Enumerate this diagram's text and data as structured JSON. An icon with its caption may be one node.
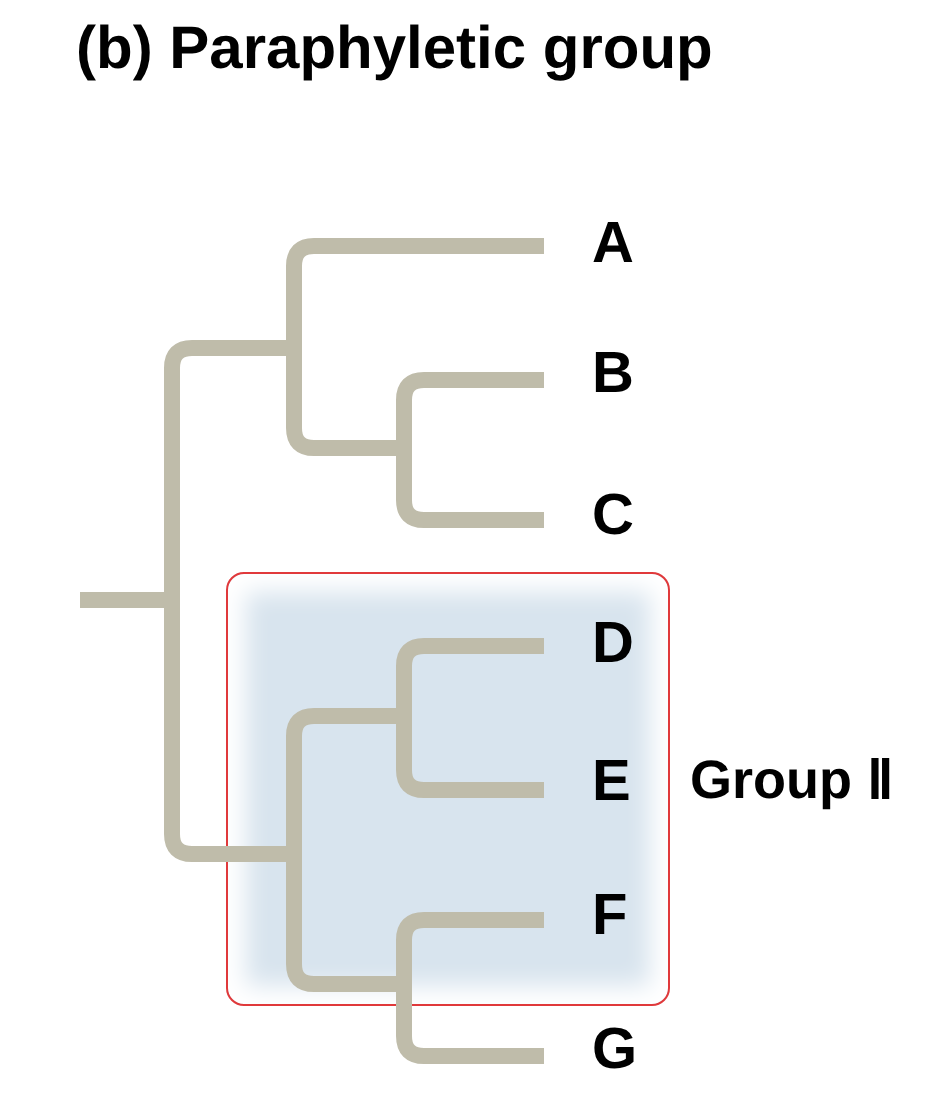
{
  "diagram": {
    "title": "(b) Paraphyletic group",
    "nodes": [
      {
        "text": [
          "Group Ⅱ"
        ]
      }
    ],
    "labels": [
      "A",
      "B",
      "C",
      "D",
      "E",
      "F",
      "G"
    ]
  }
}
